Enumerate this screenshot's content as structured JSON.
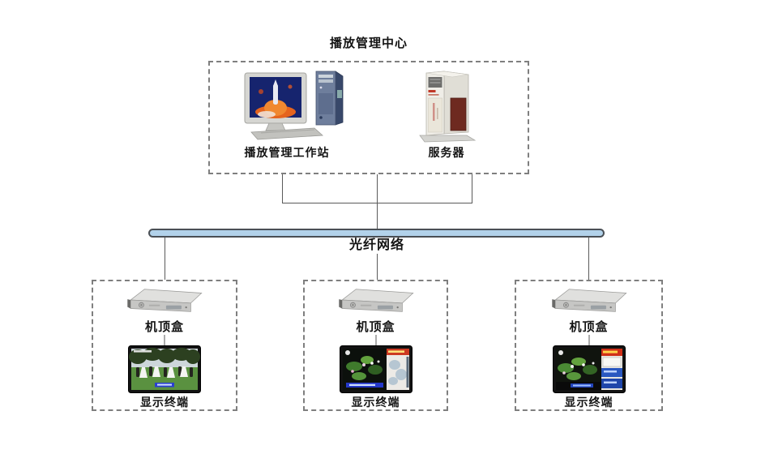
{
  "diagram": {
    "title": "播放管理中心",
    "management_center": {
      "workstation_label": "播放管理工作站",
      "server_label": "服务器"
    },
    "network_label": "光纤网络",
    "terminal_groups": [
      {
        "stb_label": "机顶盒",
        "display_label": "显示终端"
      },
      {
        "stb_label": "机顶盒",
        "display_label": "显示终端"
      },
      {
        "stb_label": "机顶盒",
        "display_label": "显示终端"
      }
    ],
    "icons": {
      "workstation": "workstation-computer-icon",
      "server": "server-tower-icon",
      "set_top_box": "set-top-box-icon",
      "display": "tv-display-icon"
    },
    "colors": {
      "fiber_bar_fill": "#b2d2ea",
      "fiber_bar_border": "#4a4f55",
      "dashed_border": "#7f7f7f",
      "connector_line": "#5a5a5a",
      "text": "#141414",
      "background": "#ffffff"
    }
  }
}
